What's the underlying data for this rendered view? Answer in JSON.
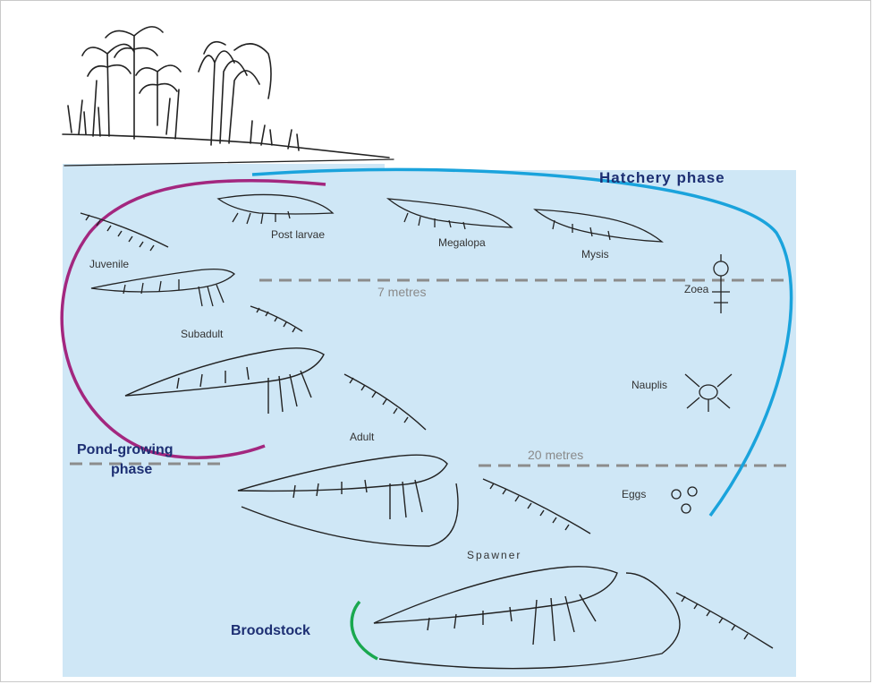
{
  "phases": {
    "hatchery": "Hatchery phase",
    "pond_growing_line1": "Pond-growing",
    "pond_growing_line2": "phase",
    "broodstock": "Broodstock"
  },
  "stages": {
    "post_larvae": "Post larvae",
    "megalopa": "Megalopa",
    "mysis": "Mysis",
    "zoea": "Zoea",
    "nauplis": "Nauplis",
    "eggs": "Eggs",
    "juvenile": "Juvenile",
    "subadult": "Subadult",
    "adult": "Adult",
    "spawner": "Spawner"
  },
  "depths": {
    "seven": "7 metres",
    "twenty": "20 metres"
  },
  "colors": {
    "water": "#cfe7f6",
    "hatchery_arc": "#1aa3dc",
    "pond_arc": "#a3277f",
    "broodstock_arc": "#1aa84f",
    "phase_text": "#1d2f73",
    "depth_line": "#8c8c8c"
  }
}
